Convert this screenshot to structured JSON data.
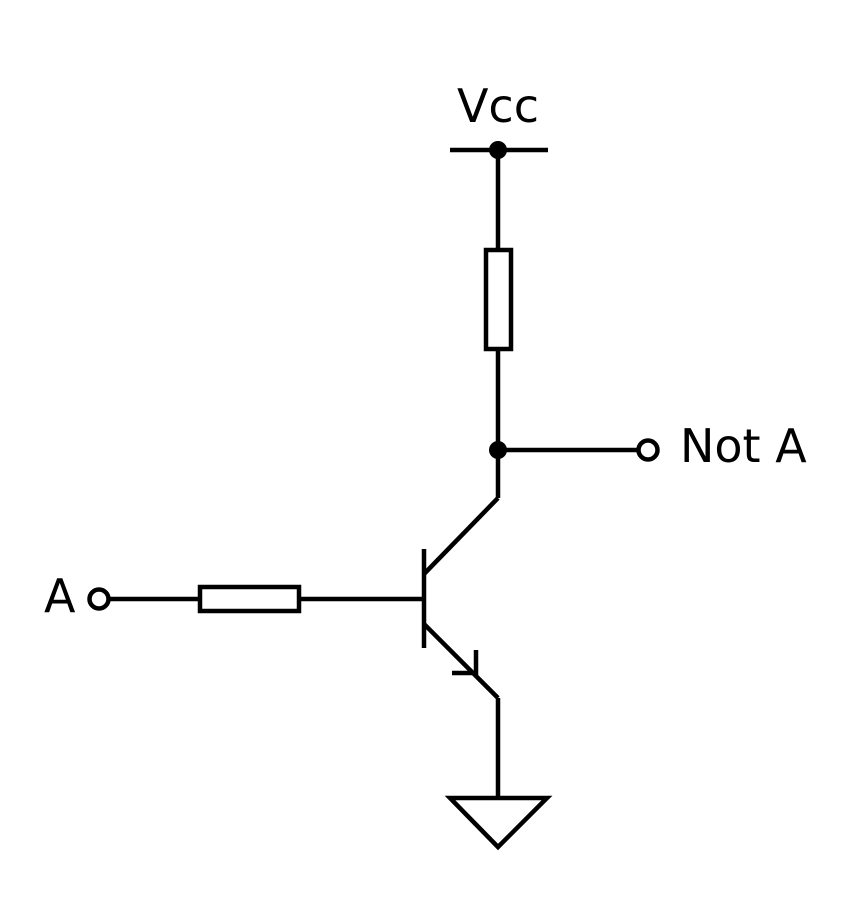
{
  "labels": {
    "supply": "Vcc",
    "input": "A",
    "output": "Not A"
  },
  "colors": {
    "ink": "#000000",
    "background": "#ffffff"
  },
  "components": {
    "supply_rail": "power-rail",
    "load_resistor": "resistor",
    "base_resistor": "resistor",
    "transistor": "npn-transistor",
    "ground": "ground-symbol",
    "input_terminal": "open-terminal",
    "output_terminal": "open-terminal",
    "junctions": [
      "supply-junction",
      "output-junction"
    ]
  }
}
